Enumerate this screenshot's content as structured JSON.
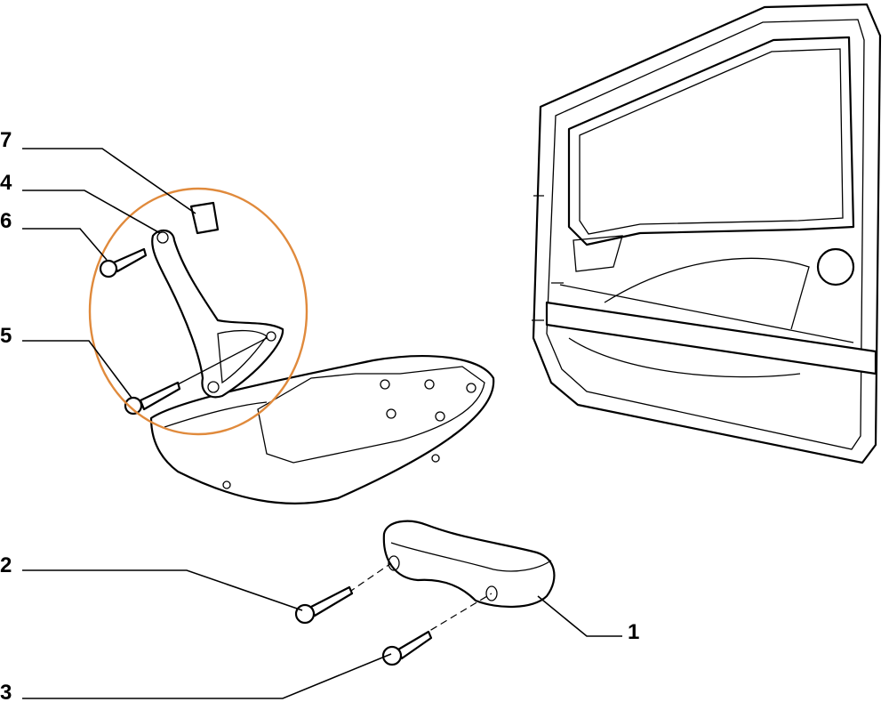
{
  "diagram": {
    "callouts": [
      {
        "number": "7",
        "part": "clip"
      },
      {
        "number": "4",
        "part": "handle-bracket"
      },
      {
        "number": "6",
        "part": "upper-screw"
      },
      {
        "number": "5",
        "part": "lower-screw"
      },
      {
        "number": "2",
        "part": "handle-screw-front"
      },
      {
        "number": "3",
        "part": "handle-screw-rear"
      },
      {
        "number": "1",
        "part": "grab-handle"
      }
    ],
    "highlight_color": "#e08a3c"
  }
}
